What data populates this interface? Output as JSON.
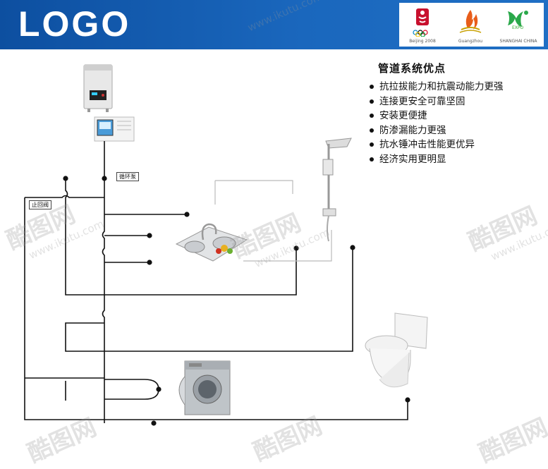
{
  "header": {
    "logo": "LOGO",
    "emblems": [
      {
        "name": "beijing-2008-emblem",
        "caption": "Beijing 2008"
      },
      {
        "name": "guangzhou-emblem",
        "caption": "Guangzhou"
      },
      {
        "name": "expo-shanghai-emblem",
        "caption": "SHANGHAI CHINA",
        "caption2": "EXPO"
      }
    ]
  },
  "advantages": {
    "title": "管道系统优点",
    "items": [
      "抗拉拔能力和抗震动能力更强",
      "连接更安全可靠坚固",
      "安装更便捷",
      "防渗漏能力更强",
      "抗水锤冲击性能更优异",
      "经济实用更明显"
    ]
  },
  "labels": {
    "pump": "循环泵",
    "valve": "止回阀"
  },
  "watermark": {
    "brand": "酷图网",
    "url": "www.ikutu.com"
  },
  "colors": {
    "header_blue": "#1a67bd",
    "pipe": "#111111"
  }
}
